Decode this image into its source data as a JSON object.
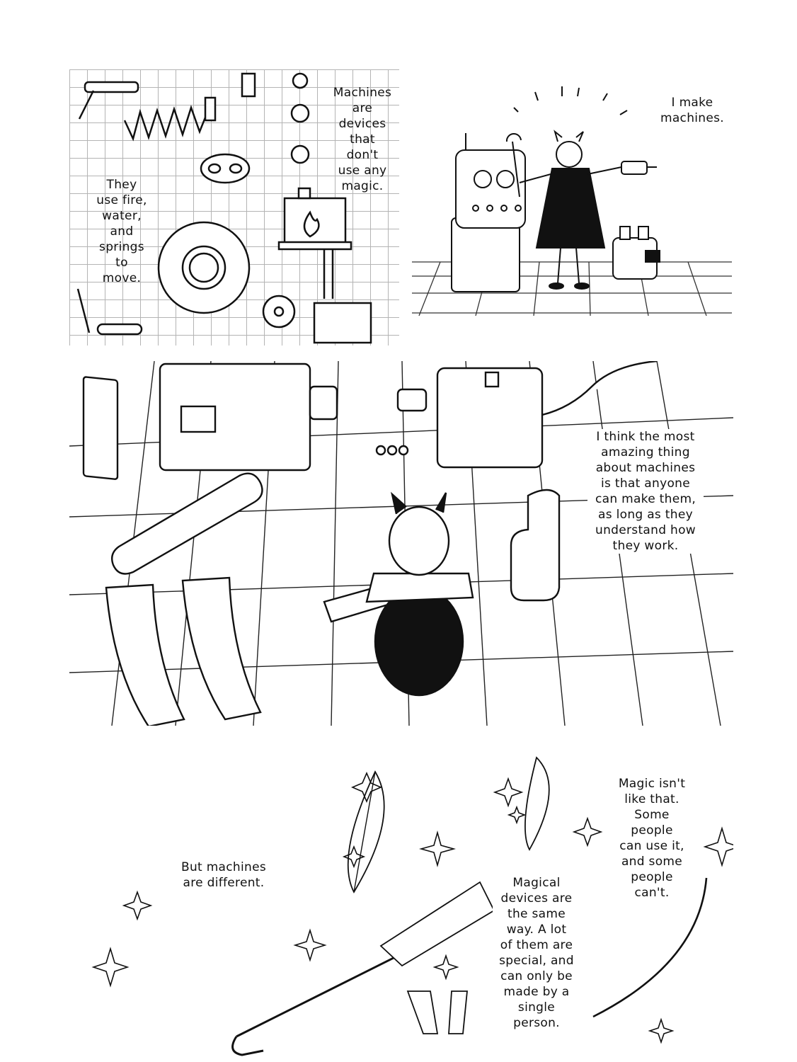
{
  "panels": {
    "p1": {
      "caption_left": "They\nuse fire,\nwater,\nand\nsprings\nto\nmove.",
      "caption_right": "Machines\nare\ndevices\nthat\ndon't\nuse any\nmagic."
    },
    "p2": {
      "caption": "I make\nmachines."
    },
    "p3": {
      "caption": "I think the most\namazing thing\nabout machines\nis that anyone\ncan make them,\nas long as they\nunderstand how\nthey work."
    },
    "p4": {
      "caption_left": "But machines\nare different.",
      "caption_middle": "Magical\ndevices are\nthe same\nway. A lot\nof them are\nspecial, and\ncan only be\nmade by a\nsingle\nperson.",
      "caption_right": "Magic isn't\nlike that.\nSome\npeople\ncan use it,\nand some\npeople\ncan't."
    }
  },
  "colors": {
    "ink": "#111111",
    "paper": "#ffffff",
    "grid": "#777777"
  }
}
